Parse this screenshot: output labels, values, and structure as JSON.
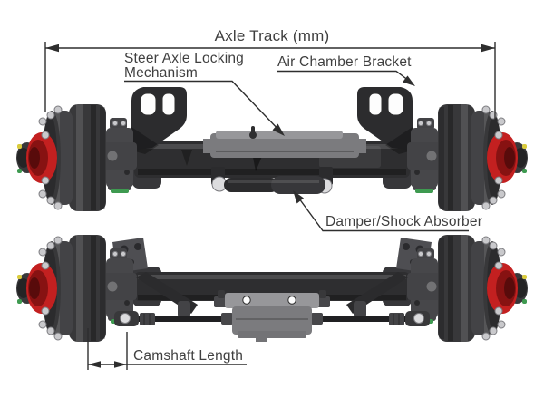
{
  "labels": {
    "axle_track": "Axle Track (mm)",
    "steer_lock_1": "Steer Axle Locking",
    "steer_lock_2": "Mechanism",
    "air_chamber": "Air Chamber Bracket",
    "damper": "Damper/Shock Absorber",
    "camshaft": "Camshaft Length"
  },
  "colors": {
    "background": "#ffffff",
    "line": "#2e2e2e",
    "ink": "#3f3f3f",
    "beam": "#2e2e30",
    "beam_boss": "#37373a",
    "drum_dark": "#38383a",
    "drum_mid": "#434346",
    "bracket": "#2c2c2e",
    "knuckle": "#47474a",
    "plate": "#4e4e52",
    "mechanism_light": "#97979a",
    "mechanism_mid": "#7b7b7e",
    "mechanism_dark": "#737376",
    "hub_red": "#c32020",
    "hub_red_dark": "#871212",
    "stud_silver": "#c9c9cc",
    "stud_edge": "#7c7c80",
    "accent_green": "#3e9a50",
    "accent_yellow": "#d9cb3c",
    "damper_body": "#2b2b2d",
    "damper_body2": "#37373a",
    "ball_end": "#dcdcde",
    "hole_white": "#fdfdfd",
    "camrod": "#202022"
  }
}
